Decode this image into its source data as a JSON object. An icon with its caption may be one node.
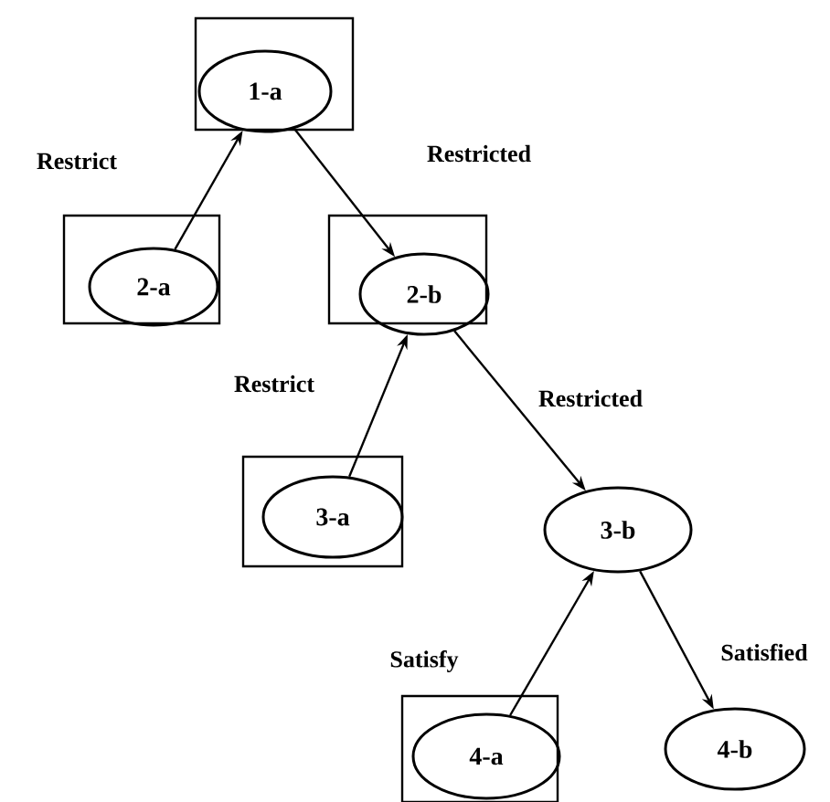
{
  "diagram": {
    "nodes": [
      {
        "text": [],
        "shape": "box"
      },
      {
        "text": [
          "1-a"
        ],
        "in": 0
      },
      {
        "text": [],
        "shape": "box"
      },
      {
        "text": [
          "2-a"
        ],
        "in": 2
      },
      {
        "text": [],
        "shape": "box"
      },
      {
        "text": [
          "2-b"
        ],
        "in": 4
      },
      {
        "text": [],
        "shape": "box"
      },
      {
        "text": [
          "3-a"
        ],
        "in": 6
      },
      {
        "text": [
          "3-b"
        ]
      },
      {
        "text": [],
        "shape": "box"
      },
      {
        "text": [
          "4-a"
        ],
        "in": 9
      },
      {
        "text": [
          "4-b"
        ]
      }
    ],
    "edges": [
      {
        "from": 3,
        "to": 1,
        "arrow": "to",
        "label": "Restrict"
      },
      {
        "from": 1,
        "to": 5,
        "arrow": "to",
        "label": "Restricted"
      },
      {
        "from": 7,
        "to": 5,
        "arrow": "to",
        "label": "Restrict"
      },
      {
        "from": 5,
        "to": 8,
        "arrow": "to",
        "label": "Restricted"
      },
      {
        "from": 10,
        "to": 8,
        "arrow": "to",
        "label": "Satisfy"
      },
      {
        "from": 8,
        "to": 11,
        "arrow": "to",
        "label": "Satisfied"
      }
    ]
  }
}
